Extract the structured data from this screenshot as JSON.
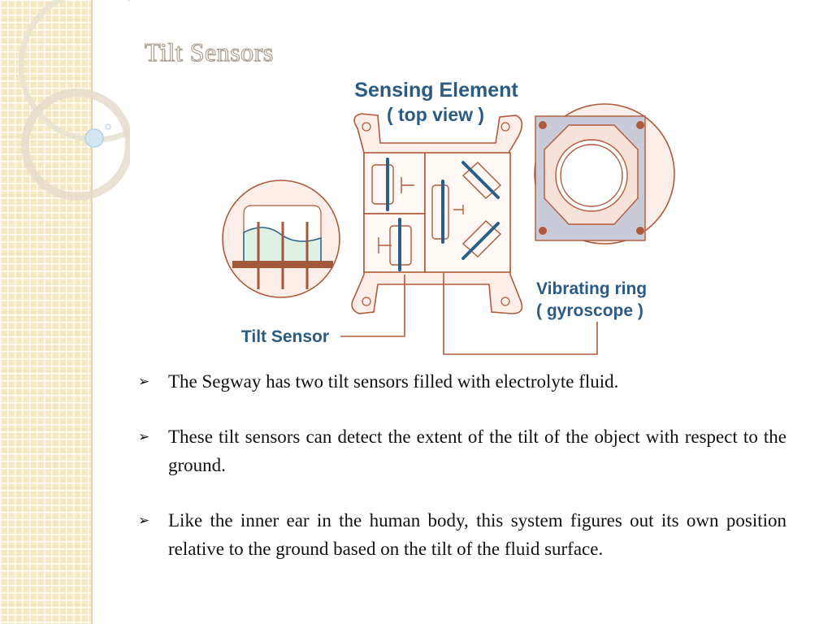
{
  "slide": {
    "title": "Tilt Sensors"
  },
  "diagram": {
    "sensing_element_label": "Sensing Element",
    "top_view_label": "( top view )",
    "vibrating_ring_label": "Vibrating ring",
    "gyroscope_label": "( gyroscope )",
    "tilt_sensor_label": "Tilt Sensor"
  },
  "bullets": [
    {
      "marker": "➢",
      "text": "The Segway has two tilt sensors filled with electrolyte fluid."
    },
    {
      "marker": "➢",
      "text": "These tilt sensors can detect the extent of the tilt of the object with respect to the ground."
    },
    {
      "marker": "➢",
      "text": "Like the inner ear in the human body, this system figures out its own position relative to the ground based on the tilt of the fluid surface."
    }
  ],
  "colors": {
    "sidebar": "#f6e7c4",
    "diagram_outline": "#b05a3a",
    "sensor_bar": "#2a5f8a",
    "label_blue": "#2b5a82"
  }
}
